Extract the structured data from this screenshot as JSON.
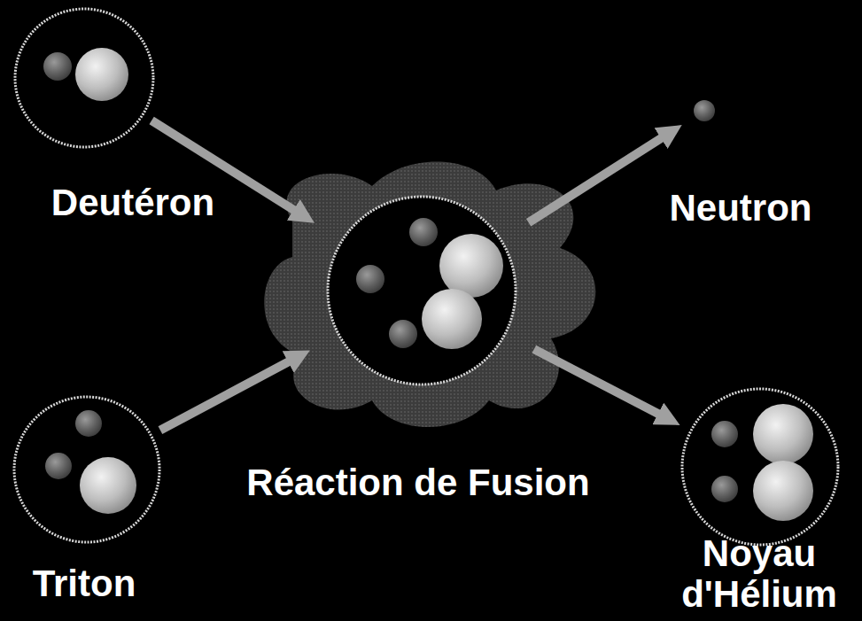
{
  "diagram": {
    "nodes": [
      {
        "text": [
          "Deutéron"
        ]
      },
      {
        "text": [
          "Neutron"
        ]
      },
      {
        "text": [
          "Réaction de Fusion"
        ]
      },
      {
        "text": [
          "Triton"
        ]
      },
      {
        "text": [
          "Noyau d'Hélium"
        ]
      }
    ],
    "edges": [
      {
        "from": 0,
        "to": 2,
        "arrow": "to"
      },
      {
        "from": 3,
        "to": 2,
        "arrow": "to"
      },
      {
        "from": 2,
        "to": 1,
        "arrow": "to"
      },
      {
        "from": 2,
        "to": 4,
        "arrow": "to"
      }
    ]
  }
}
